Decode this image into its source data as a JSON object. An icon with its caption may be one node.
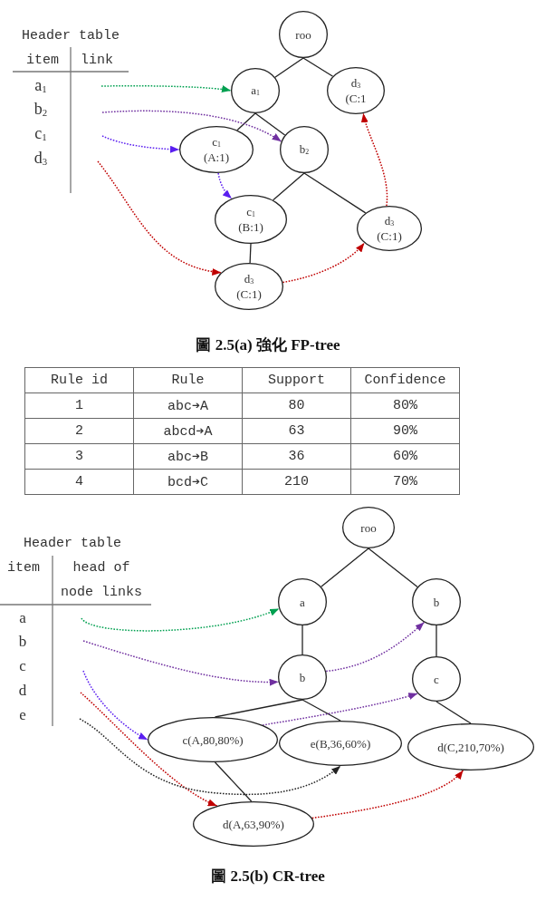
{
  "diagram": {
    "nodes": [
      {
        "text": [
          "roo"
        ]
      },
      {
        "text": [
          "a$_{1}$"
        ]
      },
      {
        "text": [
          "d$_{3}$ (C:1"
        ]
      },
      {
        "text": [
          "c$_{1}$ (A:1)"
        ]
      },
      {
        "text": [
          "b$_{2}$"
        ]
      },
      {
        "text": [
          "c$_{1}$ (B:1)"
        ]
      },
      {
        "text": [
          "d$_{3}$ (C:1)"
        ]
      },
      {
        "text": [
          "d$_{3}$ (C:1)"
        ]
      },
      {
        "text": [
          "roo"
        ]
      },
      {
        "text": [
          "a"
        ]
      },
      {
        "text": [
          "b"
        ]
      },
      {
        "text": [
          "b"
        ]
      },
      {
        "text": [
          "c"
        ]
      },
      {
        "text": [
          "c(A,80,80%)"
        ]
      },
      {
        "text": [
          "e(B,36,60%)"
        ]
      },
      {
        "text": [
          "d(C,210,70%)"
        ]
      },
      {
        "text": [
          "d(A,63,90%)"
        ]
      }
    ],
    "edges": [
      {
        "from": 0,
        "to": 1,
        "arrow": "none"
      },
      {
        "from": 0,
        "to": 2,
        "arrow": "none"
      },
      {
        "from": 1,
        "to": 3,
        "arrow": "none"
      },
      {
        "from": 1,
        "to": 4,
        "arrow": "none"
      },
      {
        "from": 4,
        "to": 5,
        "arrow": "none"
      },
      {
        "from": 4,
        "to": 6,
        "arrow": "none"
      },
      {
        "from": 5,
        "to": 7,
        "arrow": "none"
      },
      {
        "from": null,
        "to": 1,
        "arrow": "to",
        "style": "dashed",
        "color": "#00a050"
      },
      {
        "from": null,
        "to": 4,
        "arrow": "to",
        "style": "dashed",
        "color": "#7030a0"
      },
      {
        "from": null,
        "to": 3,
        "arrow": "to",
        "style": "dashed",
        "color": "#5a1ef0"
      },
      {
        "from": 3,
        "to": 5,
        "arrow": "to",
        "style": "dashed",
        "color": "#5a1ef0"
      },
      {
        "from": null,
        "to": 7,
        "arrow": "to",
        "style": "dashed",
        "color": "#c00000"
      },
      {
        "from": 7,
        "to": 6,
        "arrow": "to",
        "style": "dashed",
        "color": "#c00000"
      },
      {
        "from": 6,
        "to": 2,
        "arrow": "to",
        "style": "dashed",
        "color": "#c00000"
      },
      {
        "from": 8,
        "to": 9,
        "arrow": "none"
      },
      {
        "from": 8,
        "to": 10,
        "arrow": "none"
      },
      {
        "from": 9,
        "to": 11,
        "arrow": "none"
      },
      {
        "from": 11,
        "to": 13,
        "arrow": "none"
      },
      {
        "from": 11,
        "to": 14,
        "arrow": "none"
      },
      {
        "from": 10,
        "to": 12,
        "arrow": "none"
      },
      {
        "from": 12,
        "to": 15,
        "arrow": "none"
      },
      {
        "from": 13,
        "to": 16,
        "arrow": "none"
      },
      {
        "from": null,
        "to": 9,
        "arrow": "to",
        "style": "dashed",
        "color": "#00a050"
      },
      {
        "from": null,
        "to": 11,
        "arrow": "to",
        "style": "dashed",
        "color": "#7030a0"
      },
      {
        "from": 11,
        "to": 10,
        "arrow": "to",
        "style": "dashed",
        "color": "#7030a0"
      },
      {
        "from": null,
        "to": 13,
        "arrow": "to",
        "style": "dashed",
        "color": "#5a1ef0"
      },
      {
        "from": 13,
        "to": 12,
        "arrow": "to",
        "style": "dashed",
        "color": "#7030a0"
      },
      {
        "from": null,
        "to": 16,
        "arrow": "to",
        "style": "dashed",
        "color": "#c00000"
      },
      {
        "from": 16,
        "to": 15,
        "arrow": "to",
        "style": "dashed",
        "color": "#c00000"
      },
      {
        "from": null,
        "to": 14,
        "arrow": "to",
        "style": "dashed"
      }
    ],
    "labels": [
      "Header table",
      "item",
      "link",
      "a$_{1}$",
      "b$_{2}$",
      "c$_{1}$",
      "d$_{3}$",
      "圖 2.5(a) 強化 FP-tree",
      "Rule id",
      "Rule",
      "Support",
      "Confidence",
      "1",
      "abc➔A",
      "80",
      "80%",
      "2",
      "abcd➔A",
      "63",
      "90%",
      "3",
      "abc➔B",
      "36",
      "60%",
      "4",
      "bcd➔C",
      "210",
      "70%",
      "Header table",
      "item",
      "head of node links",
      "a",
      "b",
      "c",
      "d",
      "e",
      "圖 2.5(b) CR-tree"
    ]
  }
}
